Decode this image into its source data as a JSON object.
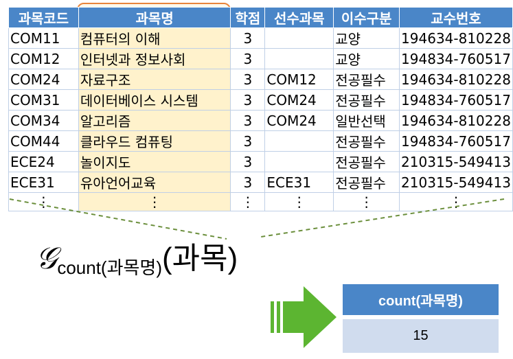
{
  "table": {
    "headers": [
      "과목코드",
      "과목명",
      "학점",
      "선수과목",
      "이수구분",
      "교수번호"
    ],
    "rows": [
      [
        "COM11",
        "컴퓨터의 이해",
        "3",
        "",
        "교양",
        "194634-810228"
      ],
      [
        "COM12",
        "인터넷과 정보사회",
        "3",
        "",
        "교양",
        "194834-760517"
      ],
      [
        "COM24",
        "자료구조",
        "3",
        "COM12",
        "전공필수",
        "194634-810228"
      ],
      [
        "COM31",
        "데이터베이스 시스템",
        "3",
        "COM24",
        "전공필수",
        "194834-760517"
      ],
      [
        "COM34",
        "알고리즘",
        "3",
        "COM24",
        "일반선택",
        "194634-810228"
      ],
      [
        "COM44",
        "클라우드 컴퓨팅",
        "3",
        "",
        "전공필수",
        "194834-760517"
      ],
      [
        "ECE24",
        "놀이지도",
        "3",
        "",
        "전공필수",
        "210315-549413"
      ],
      [
        "ECE31",
        "유아언어교육",
        "3",
        "ECE31",
        "전공필수",
        "210315-549413"
      ]
    ],
    "ellipsis": "⋮"
  },
  "formula": {
    "symbol": "𝒢",
    "subscript": "count(과목명)",
    "relation": "(과목)"
  },
  "result": {
    "header": "count(과목명)",
    "value": "15"
  },
  "colors": {
    "header_blue": "#4a86c8",
    "highlight_orange": "#e8843b",
    "highlight_fill": "#fff2cc",
    "arrow_green": "#5cb531",
    "result_cell": "#d0dcee"
  }
}
